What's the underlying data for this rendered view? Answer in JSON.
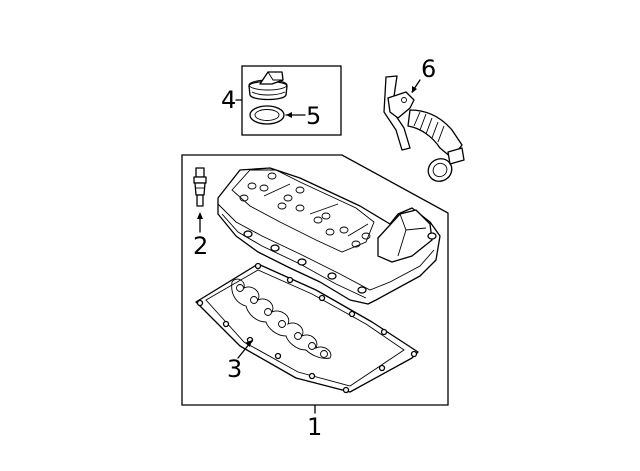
{
  "callouts": {
    "c1": "1",
    "c2": "2",
    "c3": "3",
    "c4": "4",
    "c5": "5",
    "c6": "6"
  },
  "colors": {
    "line": "#000000",
    "background": "#ffffff"
  },
  "parts": [
    "valve-cover-assembly",
    "oil-temperature-sensor",
    "valve-cover-gasket",
    "oil-filler-cap",
    "filler-cap-seal",
    "breather-hose"
  ]
}
